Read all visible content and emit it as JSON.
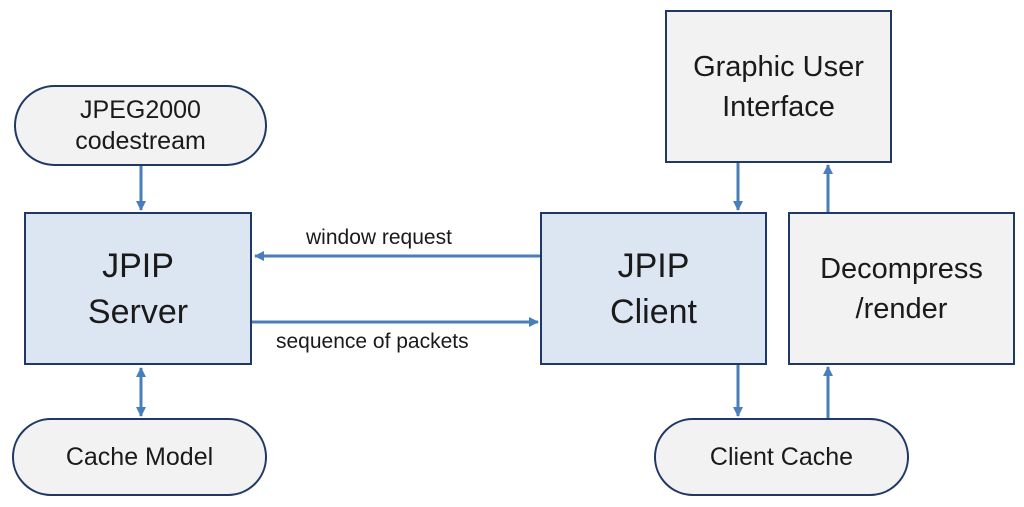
{
  "nodes": {
    "codestream": "JPEG2000\ncodestream",
    "server": "JPIP\nServer",
    "cache_model": "Cache Model",
    "client": "JPIP\nClient",
    "gui": "Graphic User\nInterface",
    "decompress": "Decompress\n/render",
    "client_cache": "Client Cache"
  },
  "edges": {
    "window_request": "window request",
    "sequence_of_packets": "sequence of packets"
  },
  "colors": {
    "arrow": "#4a7ebb",
    "border": "#1f3864",
    "main_fill": "#dce6f2",
    "plain_fill": "#f2f2f2"
  }
}
